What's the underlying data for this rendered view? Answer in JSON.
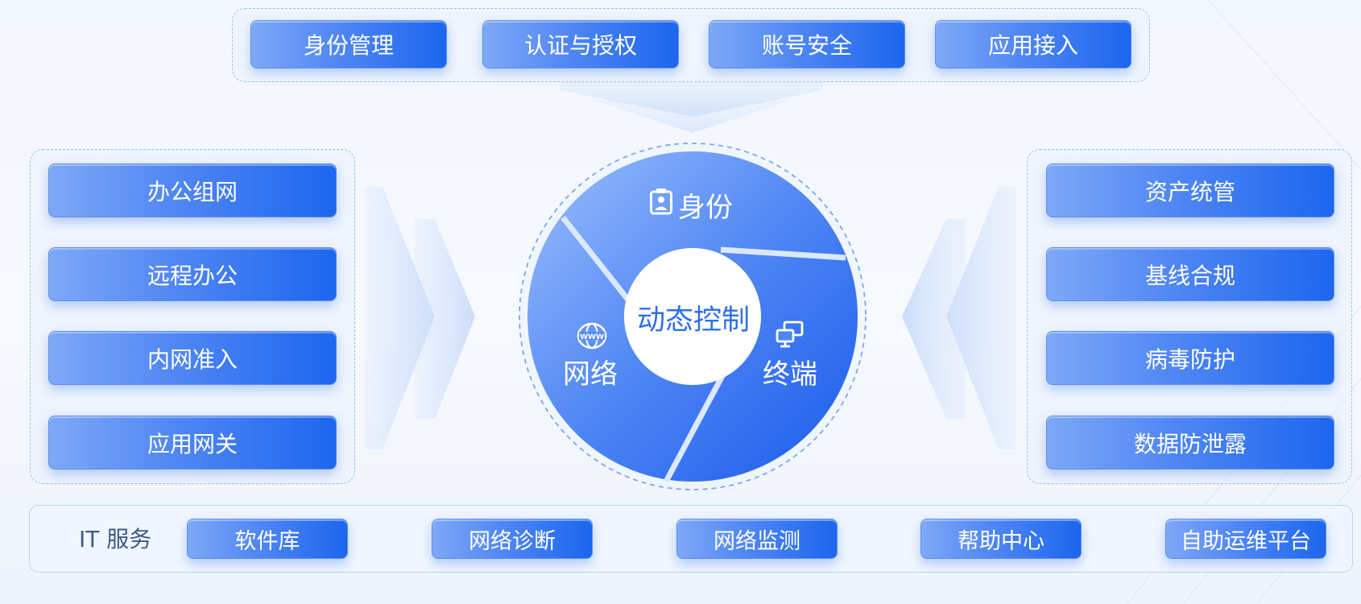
{
  "top_capabilities": [
    "身份管理",
    "认证与授权",
    "账号安全",
    "应用接入"
  ],
  "left_capabilities": [
    "办公组网",
    "远程办公",
    "内网准入",
    "应用网关"
  ],
  "right_capabilities": [
    "资产统管",
    "基线合规",
    "病毒防护",
    "数据防泄露"
  ],
  "core": {
    "center_label": "动态控制",
    "segments": {
      "identity": "身份",
      "network": "网络",
      "terminal": "终端"
    }
  },
  "it_service": {
    "label": "IT 服务",
    "items": [
      "软件库",
      "网络诊断",
      "网络监测",
      "帮助中心",
      "自助运维平台"
    ]
  },
  "colors": {
    "button_start": "#7ea8f7",
    "button_end": "#1c66ee",
    "ring_light": "#6f9df8",
    "ring_dark": "#2a67ee",
    "center_text": "#2f6fe8",
    "dashed_border": "#9fbfe8"
  },
  "icons": {
    "identity": "id-badge-icon",
    "network": "globe-www-icon",
    "terminal": "monitors-icon"
  }
}
